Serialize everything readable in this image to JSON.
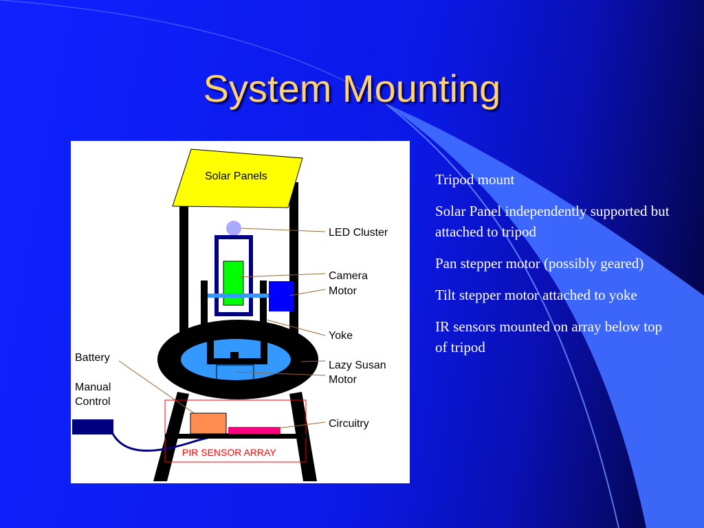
{
  "slide": {
    "title": "System Mounting",
    "bullets": [
      "Tripod mount",
      "Solar Panel independently supported but attached to tripod",
      "Pan stepper motor (possibly geared)",
      "Tilt stepper motor attached to yoke",
      "IR sensors mounted on array below top of tripod"
    ]
  },
  "diagram": {
    "labels": {
      "solar_panels": "Solar Panels",
      "led_cluster": "LED Cluster",
      "camera": "Camera",
      "motor_camera": "Motor",
      "yoke": "Yoke",
      "lazy_susan": "Lazy Susan",
      "motor_base": "Motor",
      "battery": "Battery",
      "manual": "Manual",
      "control": "Control",
      "circuitry": "Circuitry",
      "pir_sensor_array": "PIR SENSOR ARRAY"
    },
    "colors": {
      "solar_panel": "#ffff00",
      "led": "#a9a9ff",
      "camera": "#00ff00",
      "motor": "#0000ff",
      "lazy_susan": "#3399ff",
      "battery": "#ff8c50",
      "circuitry": "#ff0080",
      "pir_frame": "#ff0000",
      "frame": "#000000",
      "manual_control": "#000080"
    }
  }
}
